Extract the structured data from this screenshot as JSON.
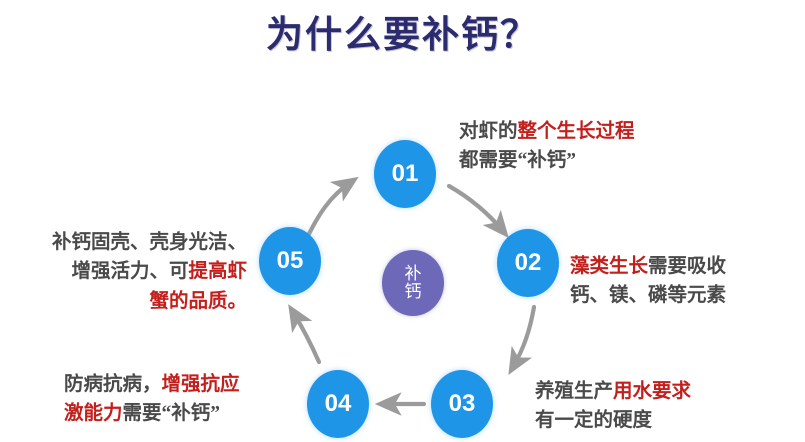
{
  "page": {
    "title": "为什么要补钙？",
    "background_color": "#ffffff"
  },
  "colors": {
    "title": "#2b2b6e",
    "node_blue": "#1f95e8",
    "hub_purple": "#6d68b8",
    "highlight_red": "#c3201d",
    "body_gray": "#4a4a4a",
    "arrow_gray": "#9b9b9b"
  },
  "hub": {
    "name": "center-hub",
    "line1": "补",
    "line2": "钙"
  },
  "nodes": [
    {
      "id": "01",
      "label": "01"
    },
    {
      "id": "02",
      "label": "02"
    },
    {
      "id": "03",
      "label": "03"
    },
    {
      "id": "04",
      "label": "04"
    },
    {
      "id": "05",
      "label": "05"
    }
  ],
  "captions": {
    "c01": {
      "line1_plain": "对虾的",
      "line1_highlight": "整个生长过程",
      "line2_plain": "都需要“补钙”"
    },
    "c02": {
      "line1_highlight": "藻类生长",
      "line1_plain": "需要吸收",
      "line2_plain": "钙、镁、磷等元素"
    },
    "c03": {
      "line1_plain": "养殖生产",
      "line1_highlight": "用水要求",
      "line2_plain": "有一定的硬度"
    },
    "c04": {
      "line1_plain": "防病抗病，",
      "line1_highlight": "增强抗应",
      "line2_highlight": "激能力",
      "line2_plain": "需要“补钙”"
    },
    "c05": {
      "line1_plain": "补钙固壳、壳身光洁、",
      "line2_plain": "增强活力、可",
      "line2_highlight": "提高虾",
      "line3_highlight": "蟹的品质。"
    }
  },
  "arrows": [
    {
      "name": "arrow-05-to-01",
      "from": "05",
      "to": "01"
    },
    {
      "name": "arrow-01-to-02",
      "from": "01",
      "to": "02"
    },
    {
      "name": "arrow-02-to-03",
      "from": "02",
      "to": "03"
    },
    {
      "name": "arrow-03-to-04",
      "from": "03",
      "to": "04"
    },
    {
      "name": "arrow-04-to-05",
      "from": "04",
      "to": "05"
    }
  ]
}
